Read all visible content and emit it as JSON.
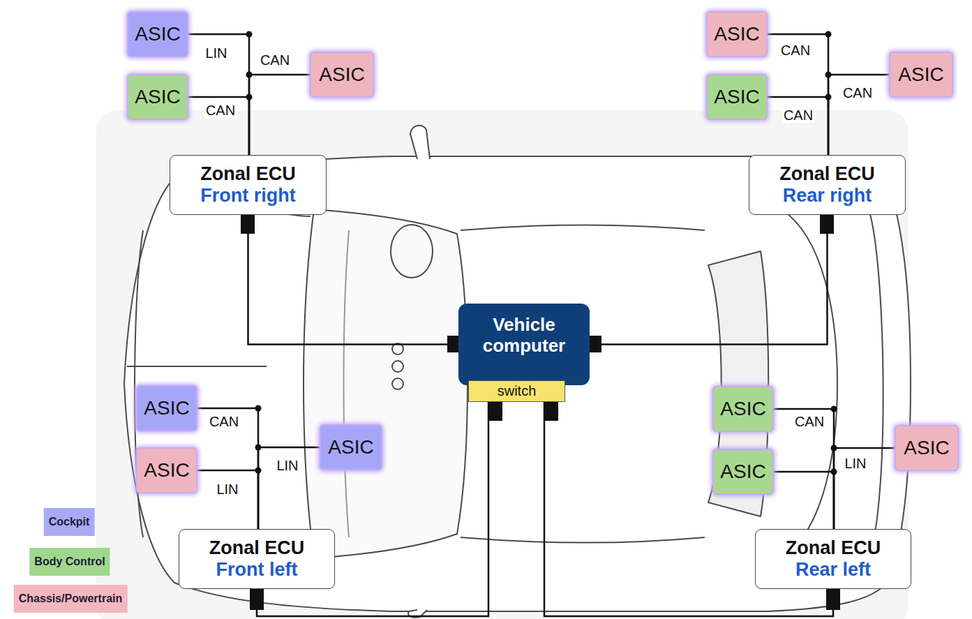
{
  "diagram": {
    "nodes": [
      {
        "text": [
          "ASIC"
        ]
      },
      {
        "text": [
          "ASIC"
        ]
      },
      {
        "text": [
          "ASIC"
        ]
      },
      {
        "text": [
          "ASIC"
        ]
      },
      {
        "text": [
          "ASIC"
        ]
      },
      {
        "text": [
          "ASIC"
        ]
      },
      {
        "text": [
          "Zonal ECU",
          "Front right"
        ]
      },
      {
        "text": [
          "Zonal ECU",
          "Rear right"
        ]
      },
      {
        "text": [
          "Vehicle computer"
        ]
      },
      {
        "text": [
          "switch"
        ],
        "in": 8
      },
      {
        "text": [
          "ASIC"
        ]
      },
      {
        "text": [
          "ASIC"
        ]
      },
      {
        "text": [
          "ASIC"
        ]
      },
      {
        "text": [
          "ASIC"
        ]
      },
      {
        "text": [
          "ASIC"
        ]
      },
      {
        "text": [
          "ASIC"
        ]
      },
      {
        "text": [
          "Zonal ECU",
          "Front left"
        ]
      },
      {
        "text": [
          "Zonal ECU",
          "Rear left"
        ]
      }
    ],
    "edges": [
      {
        "from": 8,
        "to": 6,
        "arrow": "none"
      },
      {
        "from": 8,
        "to": 7,
        "arrow": "none"
      },
      {
        "from": 9,
        "to": 16,
        "arrow": "none"
      },
      {
        "from": 9,
        "to": 17,
        "arrow": "none"
      },
      {
        "from": 0,
        "to": 6,
        "label": "LIN",
        "arrow": "none"
      },
      {
        "from": 1,
        "to": 6,
        "label": "CAN",
        "arrow": "none"
      },
      {
        "from": 2,
        "to": 6,
        "label": "CAN",
        "arrow": "none"
      },
      {
        "from": 3,
        "to": 7,
        "label": "CAN",
        "arrow": "none"
      },
      {
        "from": 4,
        "to": 7,
        "label": "CAN",
        "arrow": "none"
      },
      {
        "from": 5,
        "to": 7,
        "label": "CAN",
        "arrow": "none"
      },
      {
        "from": 10,
        "to": 16,
        "label": "CAN",
        "arrow": "none"
      },
      {
        "from": 12,
        "to": 16,
        "label": "LIN",
        "arrow": "none"
      },
      {
        "from": 14,
        "to": 16,
        "label": "LIN",
        "arrow": "none"
      },
      {
        "from": 11,
        "to": 17,
        "label": "CAN",
        "arrow": "none"
      },
      {
        "from": 13,
        "to": 17,
        "label": "LIN",
        "arrow": "none"
      },
      {
        "from": 15,
        "to": 17,
        "arrow": "none"
      }
    ],
    "legend": [
      {
        "text": "Cockpit",
        "color": "#a9a9f5"
      },
      {
        "text": "Body Control",
        "color": "#9fd88c"
      },
      {
        "text": "Chassis/Powertrain",
        "color": "#f4b7c0"
      }
    ]
  }
}
